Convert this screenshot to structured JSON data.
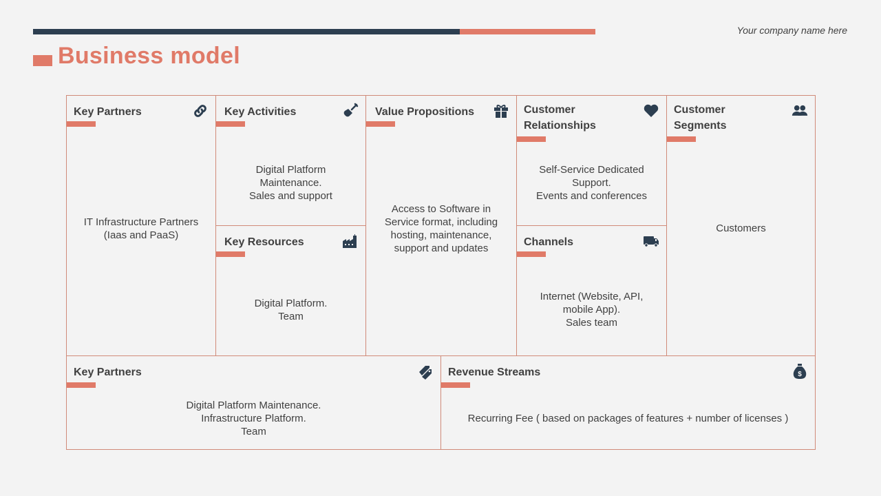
{
  "header": {
    "company": "Your company name here",
    "title": "Business model"
  },
  "colors": {
    "accent": "#e07a68",
    "dark": "#2c3e50",
    "border": "#d08a78",
    "background": "#f3f3f3"
  },
  "canvas": {
    "key_partners": {
      "title": "Key Partners",
      "icon": "link-icon",
      "body": "IT Infrastructure Partners\n(Iaas and PaaS)"
    },
    "key_activities": {
      "title": "Key Activities",
      "icon": "shovel-icon",
      "body": "Digital Platform\nMaintenance.\nSales and support"
    },
    "key_resources": {
      "title": "Key Resources",
      "icon": "factory-icon",
      "body": "Digital Platform.\nTeam"
    },
    "value_propositions": {
      "title": "Value Propositions",
      "icon": "gift-icon",
      "body": "Access to Software in\nService format, including\nhosting, maintenance,\nsupport and updates"
    },
    "customer_relationships": {
      "title": "Customer\nRelationships",
      "icon": "heart-icon",
      "body": "Self-Service Dedicated\nSupport.\nEvents and conferences"
    },
    "channels": {
      "title": "Channels",
      "icon": "truck-icon",
      "body": "Internet (Website, API,\nmobile App).\nSales team"
    },
    "customer_segments": {
      "title": "Customer\nSegments",
      "icon": "users-icon",
      "body": "Customers"
    },
    "cost_structure": {
      "title": "Key Partners",
      "icon": "tag-icon",
      "body": "Digital Platform Maintenance.\nInfrastructure Platform.\nTeam"
    },
    "revenue_streams": {
      "title": "Revenue Streams",
      "icon": "money-bag-icon",
      "body": "Recurring Fee ( based on packages of features + number of licenses )"
    }
  }
}
